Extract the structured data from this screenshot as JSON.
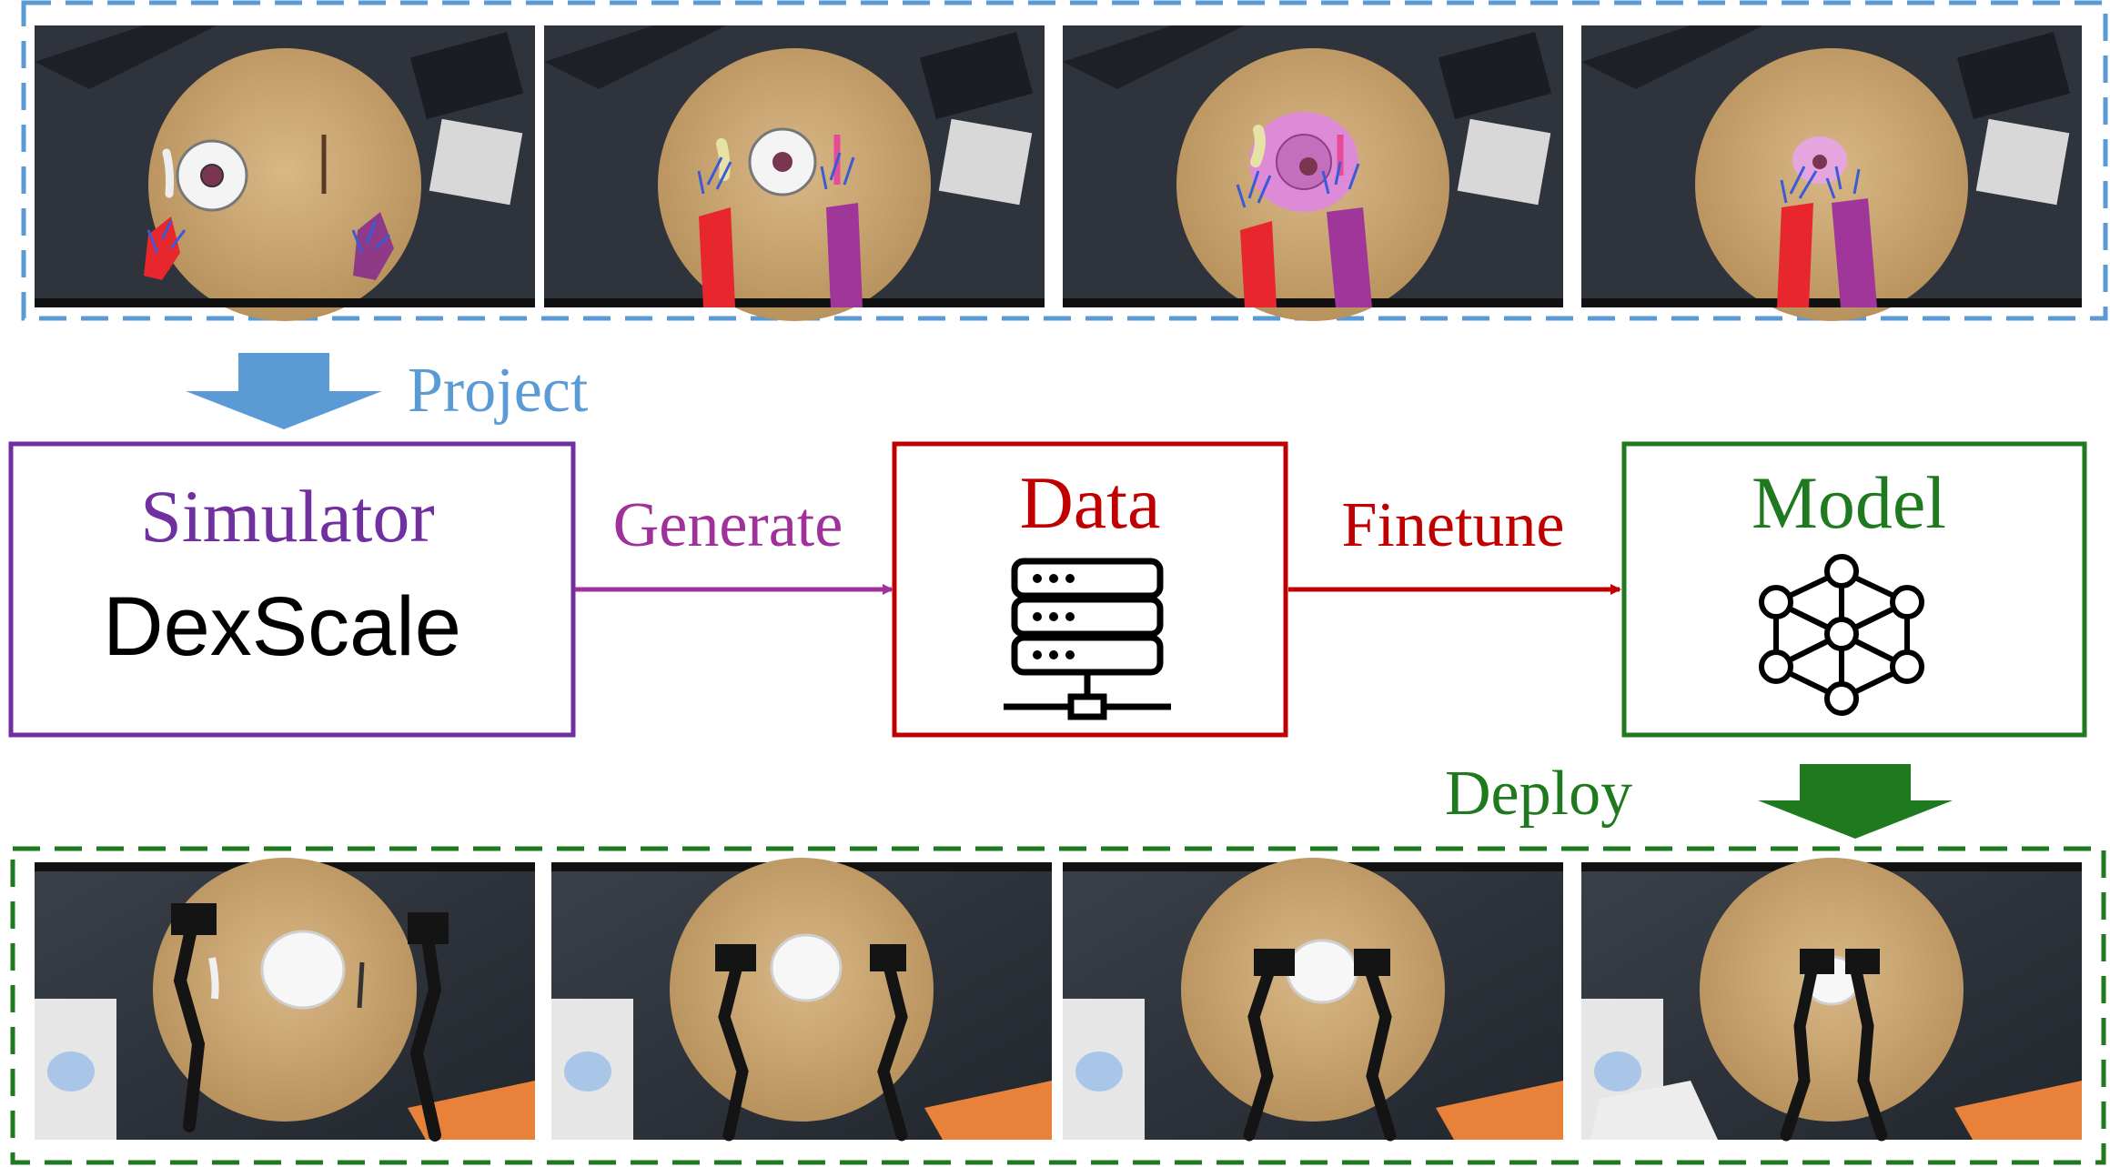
{
  "colors": {
    "project_blue": "#5b9bd5",
    "simulator_purple": "#7030a0",
    "generate_magenta": "#a0319b",
    "data_red": "#c00000",
    "model_green": "#1f7a1f",
    "table_wood": "#c8a470",
    "floor_dark": "#2b3038"
  },
  "labels": {
    "project": "Project",
    "generate": "Generate",
    "finetune": "Finetune",
    "deploy": "Deploy"
  },
  "boxes": {
    "simulator": {
      "title": "Simulator",
      "name": "DexScale"
    },
    "data": {
      "title": "Data",
      "icon": "server-icon"
    },
    "model": {
      "title": "Model",
      "icon": "neural-network-icon"
    }
  },
  "human_demo_frames": [
    {
      "scene": "hands-with-spoon-plate-fork",
      "icon": "human-hands-photo"
    },
    {
      "scene": "hands-grasp-spoon-and-fork",
      "icon": "human-hands-photo"
    },
    {
      "scene": "hands-move-utensils-over-plate",
      "icon": "human-hands-photo"
    },
    {
      "scene": "hands-place-utensils-on-plate",
      "icon": "human-hands-photo"
    }
  ],
  "robot_deploy_frames": [
    {
      "scene": "robot-arms-with-plate-and-utensils",
      "icon": "robot-arms-photo"
    },
    {
      "scene": "robot-arms-grasp-utensils",
      "icon": "robot-arms-photo"
    },
    {
      "scene": "robot-arms-move-utensils-over-plate",
      "icon": "robot-arms-photo"
    },
    {
      "scene": "robot-arms-place-utensils-on-plate",
      "icon": "robot-arms-photo"
    }
  ]
}
